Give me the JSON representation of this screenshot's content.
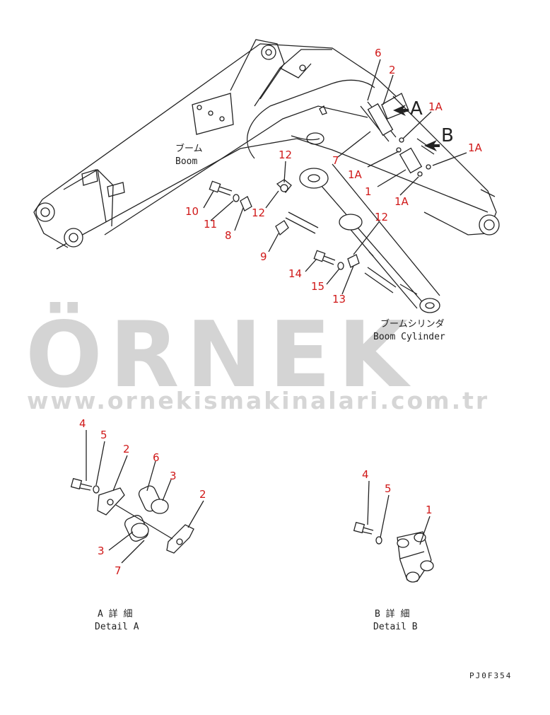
{
  "watermark": {
    "brand": "ÖRNEK",
    "url": "www.ornekismakinalari.com.tr",
    "accent_color": "#f2d36b",
    "text_color": "#d4d4d4"
  },
  "main_assembly": {
    "boom_label_jp": "ブーム",
    "boom_label_en": "Boom",
    "cylinder_label_jp": "ブームシリンダ",
    "cylinder_label_en": "Boom Cylinder",
    "detail_marker_a": "A",
    "detail_marker_b": "B",
    "part_labels": {
      "p6": "6",
      "p2": "2",
      "p1a_top": "1A",
      "p1a_right": "1A",
      "p1a_left": "1A",
      "p1a_bottom": "1A",
      "p7": "7",
      "p1": "1",
      "p12_top": "12",
      "p12_mid": "12",
      "p12_low": "12",
      "p10": "10",
      "p11": "11",
      "p8": "8",
      "p9": "9",
      "p14": "14",
      "p15": "15",
      "p13": "13"
    }
  },
  "detail_a": {
    "title_jp": "A 詳 細",
    "title_en": "Detail A",
    "part_labels": {
      "p4": "4",
      "p5": "5",
      "p2_left": "2",
      "p6": "6",
      "p3_top": "3",
      "p2_right": "2",
      "p3_bottom": "3",
      "p7": "7"
    }
  },
  "detail_b": {
    "title_jp": "B 詳 細",
    "title_en": "Detail B",
    "part_labels": {
      "p4": "4",
      "p5": "5",
      "p1": "1"
    }
  },
  "drawing_code": "PJ0F354",
  "colors": {
    "label_red": "#d01818",
    "line": "#222222"
  }
}
